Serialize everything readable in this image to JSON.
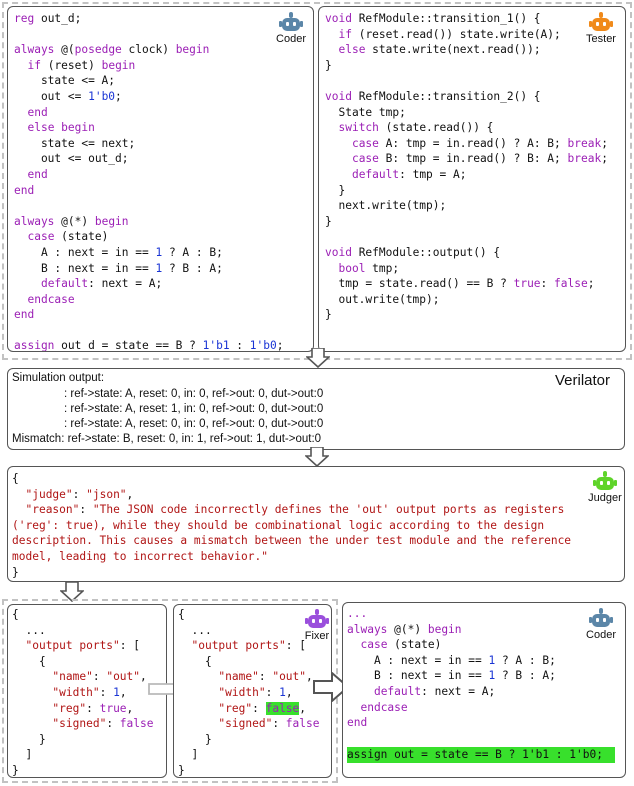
{
  "colors": {
    "coder": "#5b86a8",
    "tester": "#f08a1a",
    "judger": "#5fd42a",
    "fixer": "#9a4fdc",
    "highlight": "#38e02c"
  },
  "agents": {
    "coder": "Coder",
    "tester": "Tester",
    "judger": "Judger",
    "fixer": "Fixer"
  },
  "verilator": {
    "title": "Verilator",
    "header": "Simulation output:",
    "lines": [
      ": ref->state: A, reset: 0, in: 0, ref->out: 0, dut->out:0",
      ": ref->state: A, reset: 1, in: 0, ref->out: 0, dut->out:0",
      ": ref->state: A, reset: 0, in: 0, ref->out: 0, dut->out:0"
    ],
    "mismatch": "Mismatch: ref->state: B, reset: 0, in: 1, ref->out: 1, dut->out:0"
  },
  "judge": {
    "key_judge": "\"judge\"",
    "val_judge": "\"json\"",
    "key_reason": "\"reason\"",
    "reason_lines": [
      "\"The JSON code incorrectly defines the 'out' output ports as registers",
      "('reg': true), while they should be combinational logic according to the design",
      "description. This causes a mismatch between the under test module and the reference",
      "model, leading to incorrect behavior.\""
    ]
  },
  "fix": {
    "ellipsis": "...",
    "key_output_ports": "\"output ports\"",
    "key_name": "\"name\"",
    "val_name": "\"out\"",
    "key_width": "\"width\"",
    "val_width": "1",
    "key_reg": "\"reg\"",
    "val_reg_before": "true",
    "val_reg_after": "false",
    "key_signed": "\"signed\"",
    "val_signed": "false"
  },
  "final_code": {
    "ellipsis": "...",
    "assign_line": "assign out = state == B ? 1'b1 : 1'b0;"
  }
}
